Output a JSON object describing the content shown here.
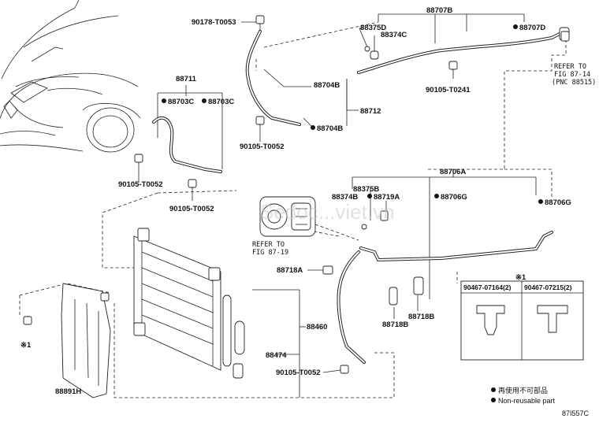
{
  "labels": {
    "p90178": "90178-T0053",
    "p88375d": "88375D",
    "p88374c": "88374C",
    "p88707b": "88707B",
    "p88707d": "88707D",
    "p88711": "88711",
    "p88703c_a": "88703C",
    "p88703c_b": "88703C",
    "p88704b_a": "88704B",
    "p88712": "88712",
    "p88704b_b": "88704B",
    "p90105_t0241": "90105-T0241",
    "p90105_t0052_a": "90105-T0052",
    "p90105_t0052_b": "90105-T0052",
    "p90105_t0052_c": "90105-T0052",
    "p90105_t0052_d": "90105-T0052",
    "p88706a": "88706A",
    "p88375b": "88375B",
    "p88374b": "88374B",
    "p88719a": "88719A",
    "p88706g_a": "88706G",
    "p88706g_b": "88706G",
    "p88718a": "88718A",
    "p88718b_a": "88718B",
    "p88718b_b": "88718B",
    "p88460": "88460",
    "p88474": "88474",
    "p88891h": "88891H",
    "clip1": "90467-07164(2)",
    "clip2": "90467-07215(2)",
    "mark1": "※1",
    "mark2": "※1"
  },
  "refs": {
    "ref1_l1": "REFER TO",
    "ref1_l2": "FIG 87-14",
    "ref1_l3": "(PNC 88515)",
    "ref2_l1": "REFER TO",
    "ref2_l2": "FIG 87-19"
  },
  "legend": {
    "jp": "再使用不可部品",
    "en": "Non-reusable part",
    "code": "87I557C"
  },
  "watermark": "Sedoc...viet.vn"
}
